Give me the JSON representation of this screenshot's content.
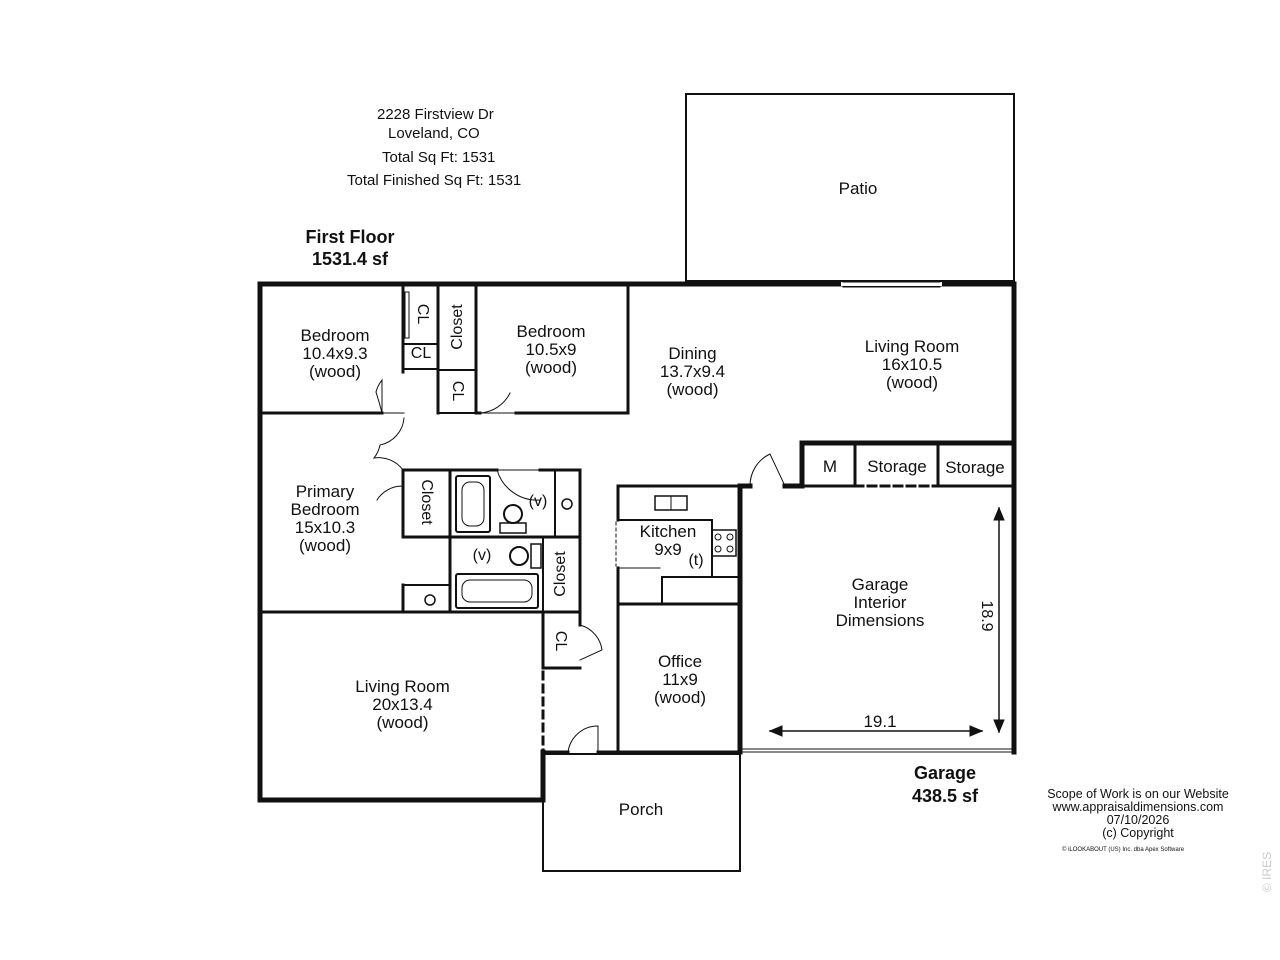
{
  "header": {
    "address_line1": "2228 Firstview Dr",
    "address_line2": "Loveland, CO",
    "total_sqft": "Total Sq Ft: 1531",
    "total_finished_sqft": "Total Finished Sq Ft: 1531"
  },
  "floor": {
    "name": "First Floor",
    "area": "1531.4 sf"
  },
  "garage_block": {
    "name": "Garage",
    "area": "438.5 sf"
  },
  "rooms": {
    "patio": "Patio",
    "bedroom1": [
      "Bedroom",
      "10.4x9.3",
      "(wood)"
    ],
    "bedroom2": [
      "Bedroom",
      "10.5x9",
      "(wood)"
    ],
    "dining": [
      "Dining",
      "13.7x9.4",
      "(wood)"
    ],
    "living_top": [
      "Living Room",
      "16x10.5",
      "(wood)"
    ],
    "primary": [
      "Primary",
      "Bedroom",
      "15x10.3",
      "(wood)"
    ],
    "kitchen": [
      "Kitchen",
      "9x9"
    ],
    "kitchen_note": "(t)",
    "garage": [
      "Garage",
      "Interior",
      "Dimensions"
    ],
    "garage_width": "19.1",
    "garage_depth": "18.9",
    "living_bottom": [
      "Living Room",
      "20x13.4",
      "(wood)"
    ],
    "office": [
      "Office",
      "11x9",
      "(wood)"
    ],
    "porch": "Porch",
    "mech": "M",
    "storage1": "Storage",
    "storage2": "Storage",
    "closet_label": "Closet",
    "cl_label": "CL",
    "vanity_label": "(v)"
  },
  "footer": {
    "line1": "Scope of Work is on our Website",
    "line2": "www.appraisaldimensions.com",
    "date": "07/10/2026",
    "copyright": "(c) Copyright",
    "software": "© iLOOKABOUT (US) Inc. dba Apex Software",
    "side_mark": "© IRES"
  }
}
